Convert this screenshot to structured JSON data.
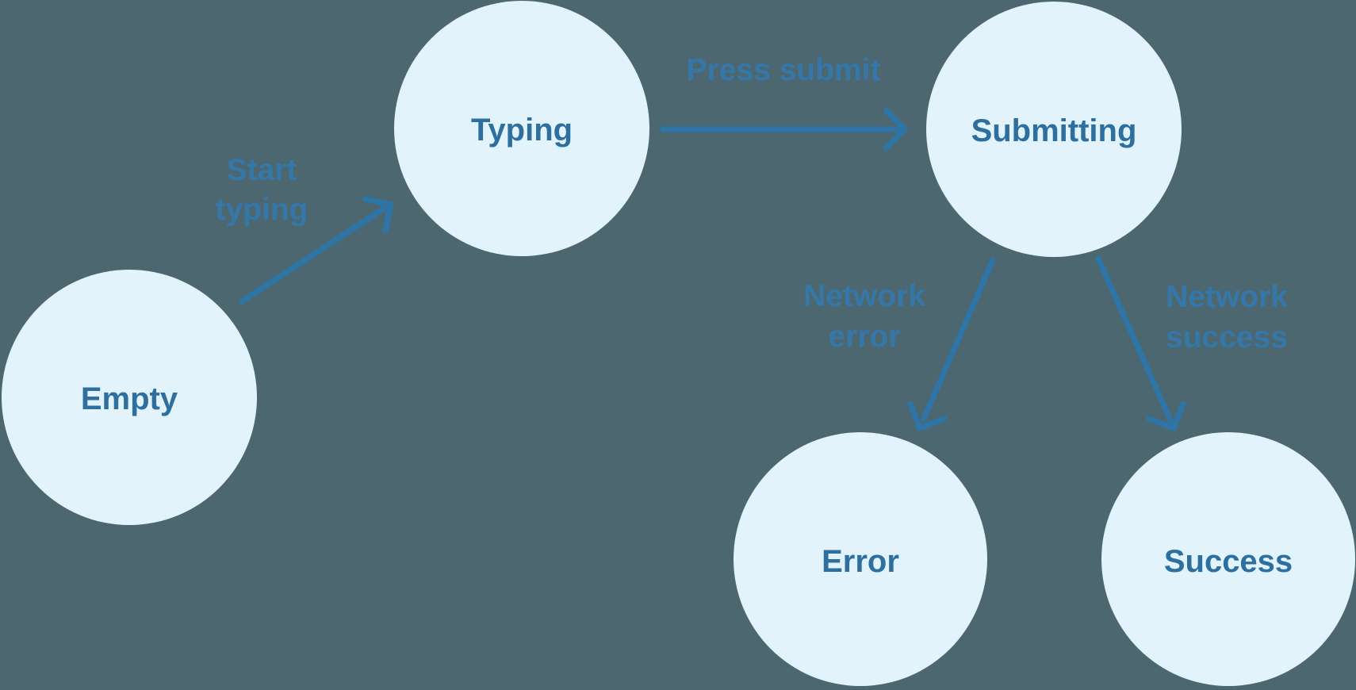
{
  "diagram": {
    "type": "state-machine",
    "colors": {
      "background": "#4C6770",
      "node_fill": "#E3F3FB",
      "node_text": "#2D6F9E",
      "edge": "#2E74A4",
      "edge_label": "#3478AB"
    },
    "nodes": [
      {
        "id": "empty",
        "label": "Empty"
      },
      {
        "id": "typing",
        "label": "Typing"
      },
      {
        "id": "submitting",
        "label": "Submitting"
      },
      {
        "id": "error",
        "label": "Error"
      },
      {
        "id": "success",
        "label": "Success"
      }
    ],
    "edges": [
      {
        "from": "Empty",
        "to": "Typing",
        "label": "Start typing",
        "label_lines": [
          "Start",
          "typing"
        ]
      },
      {
        "from": "Typing",
        "to": "Submitting",
        "label": "Press submit",
        "label_lines": [
          "Press submit"
        ]
      },
      {
        "from": "Submitting",
        "to": "Error",
        "label": "Network error",
        "label_lines": [
          "Network",
          "error"
        ]
      },
      {
        "from": "Submitting",
        "to": "Success",
        "label": "Network success",
        "label_lines": [
          "Network",
          "success"
        ]
      }
    ]
  }
}
